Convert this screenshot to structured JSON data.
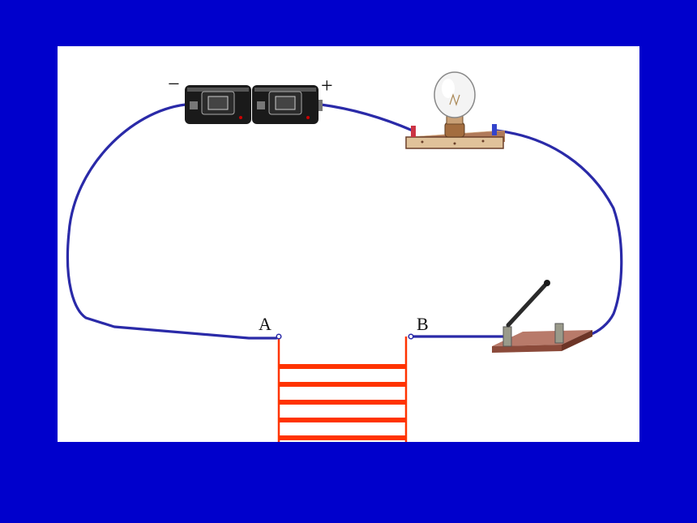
{
  "colors": {
    "background": "#0000cc",
    "panel": "#ffffff",
    "wire": "#2a2aa8",
    "conductor": "#ff3300",
    "battery": "#1a1a1a",
    "base_wood": "#8b4a3a",
    "lamp_base": "#d9b48a"
  },
  "battery": {
    "negative_label": "−",
    "positive_label": "+"
  },
  "terminals": {
    "a_label": "A",
    "b_label": "B"
  },
  "conductor": {
    "rungs": 5
  },
  "icons": {
    "battery": "battery-icon",
    "bulb": "light-bulb-icon",
    "switch": "knife-switch-icon"
  }
}
